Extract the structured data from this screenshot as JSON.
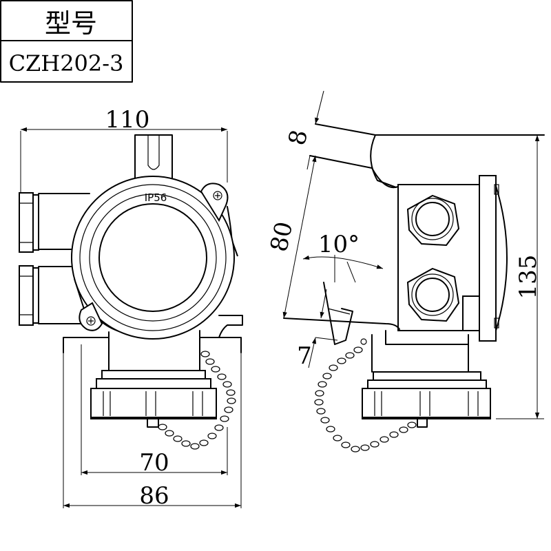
{
  "title_block": {
    "label": "型号",
    "model": "CZH202-3"
  },
  "front_view": {
    "nameplate": "IP56",
    "dim_width_top": "110",
    "dim_width_inner": "70",
    "dim_width_outer": "86"
  },
  "side_view": {
    "dim_height": "135",
    "dim_diag_length": "80",
    "dim_top_offset": "8",
    "dim_bottom_offset": "7",
    "dim_angle": "10°"
  }
}
